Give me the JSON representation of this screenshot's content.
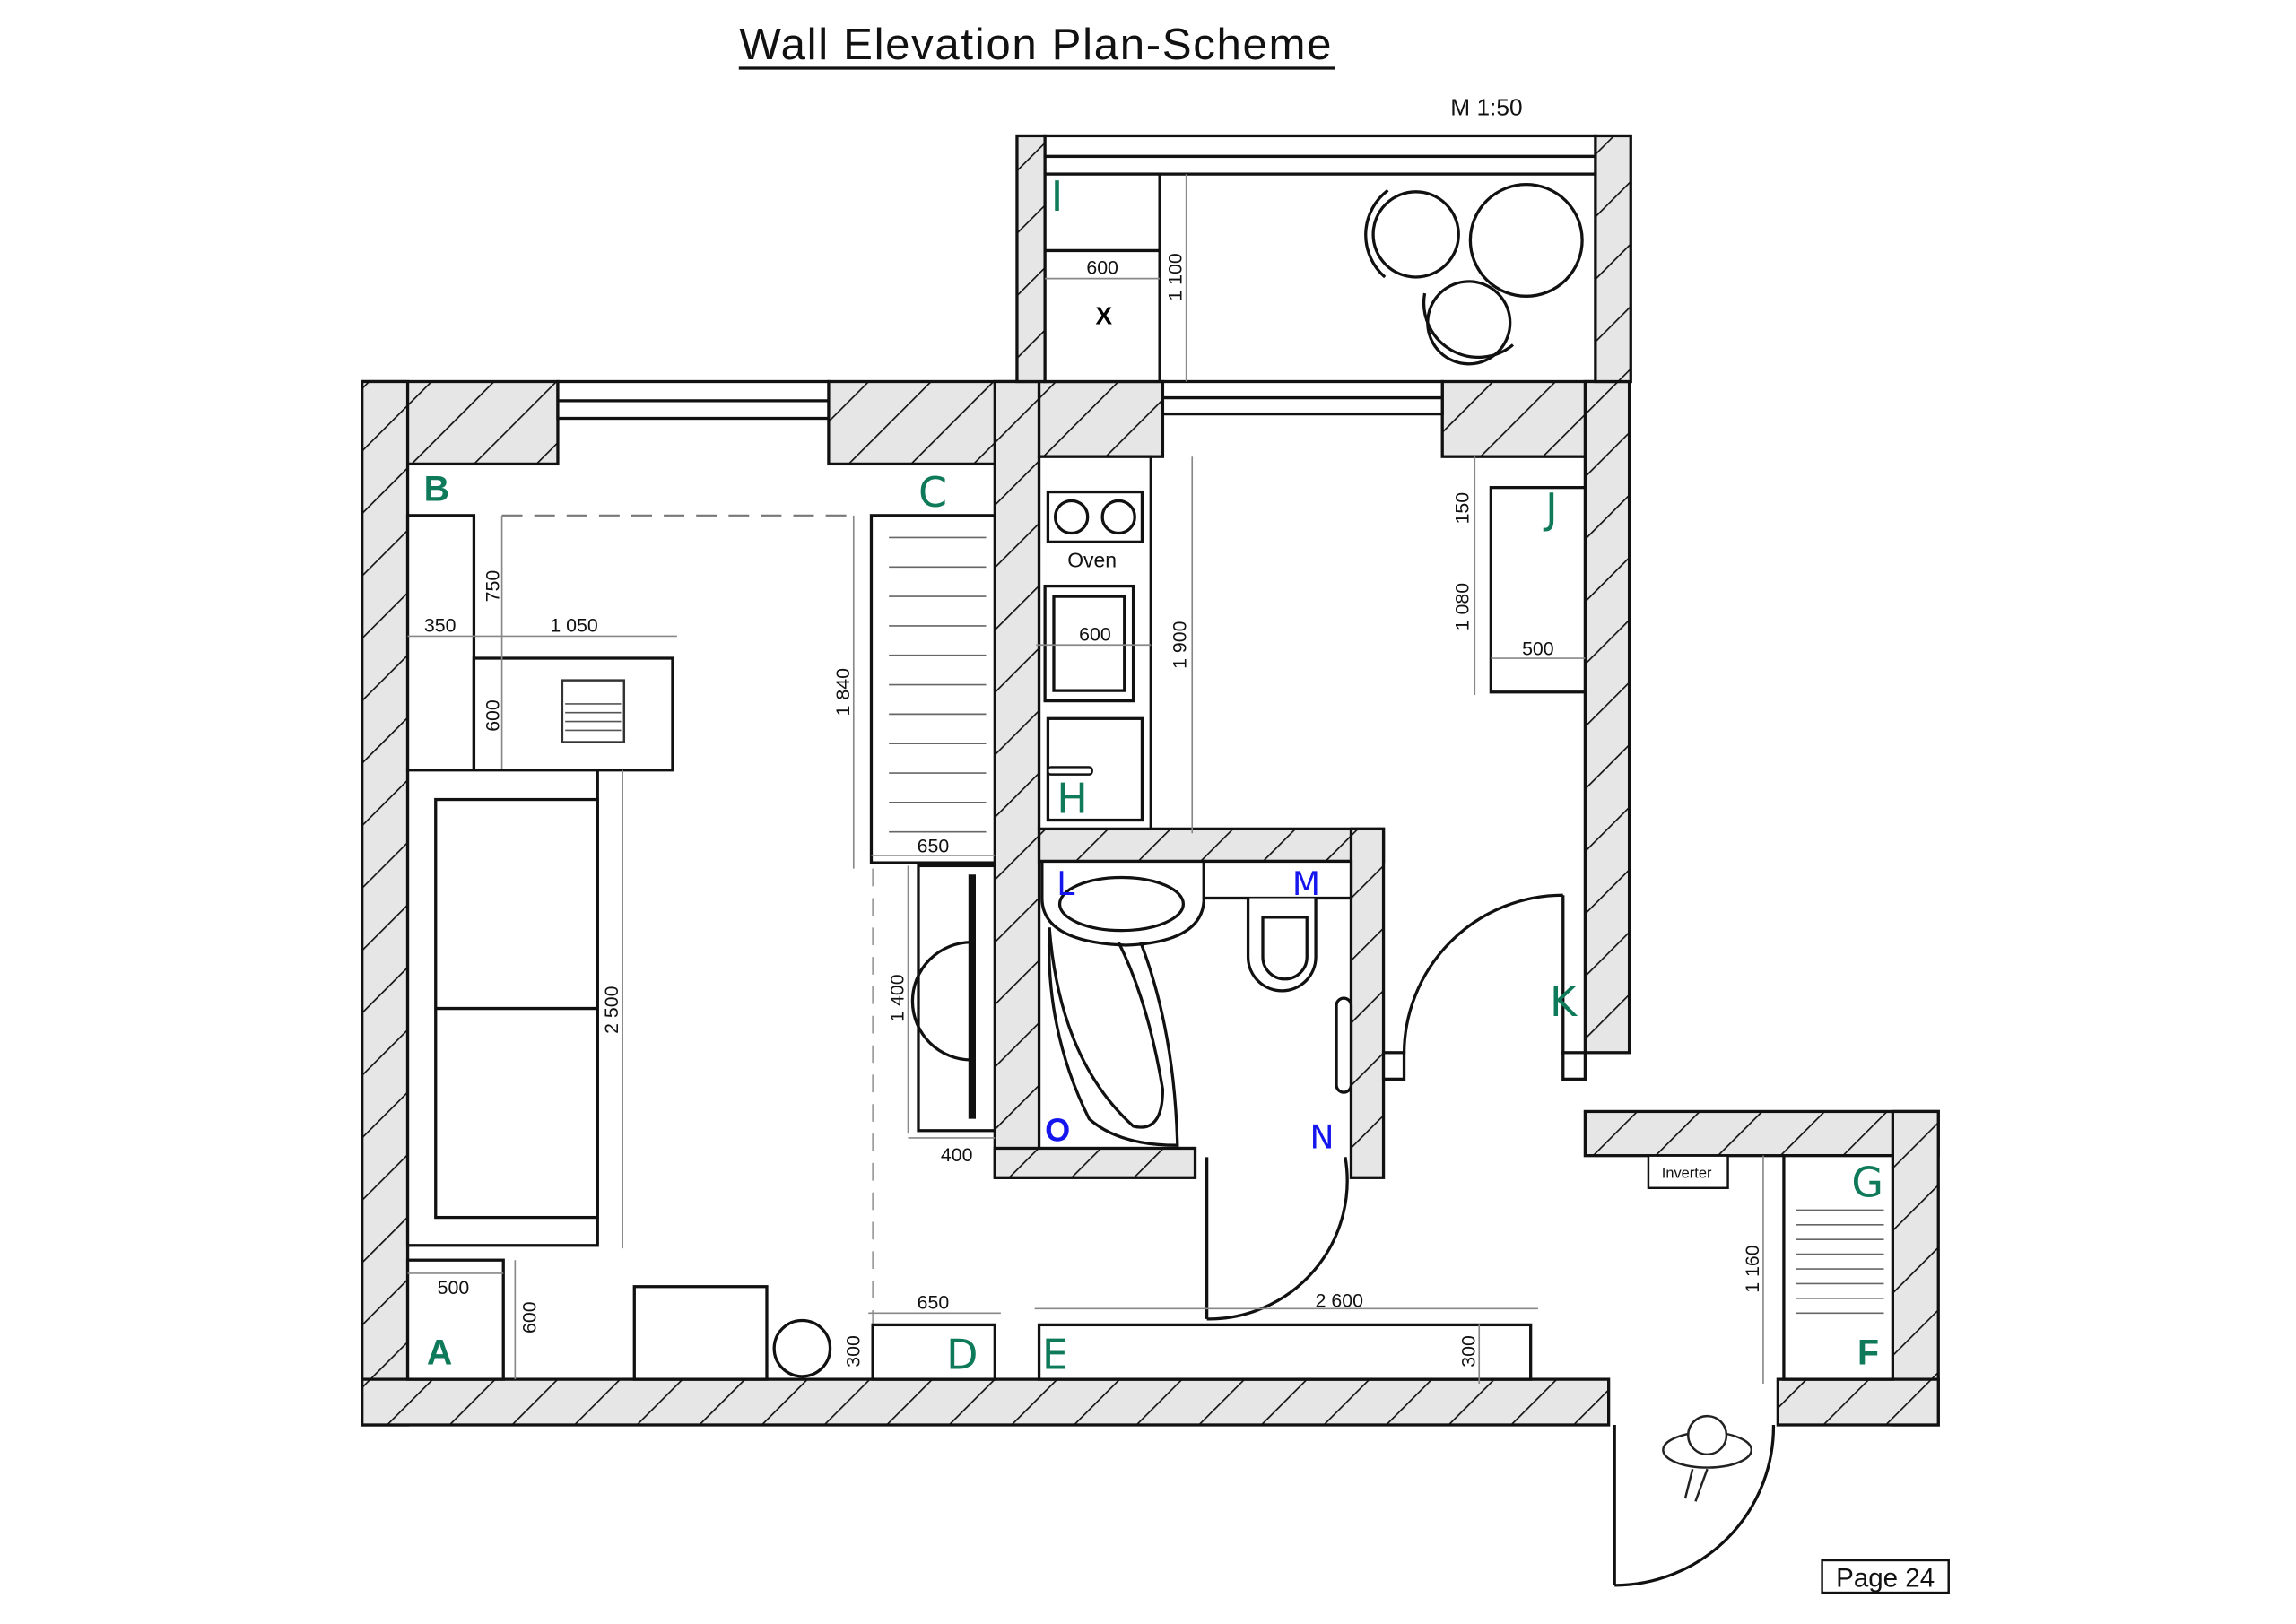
{
  "title": "Wall Elevation Plan-Scheme",
  "scale": "M 1:50",
  "page": "Page 24",
  "labels": {
    "oven": "Oven",
    "inverter": "Inverter",
    "x_mark": "X"
  },
  "rooms": {
    "A": "A",
    "B": "B",
    "C": "C",
    "D": "D",
    "E": "E",
    "F": "F",
    "G": "G",
    "H": "H",
    "I": "I",
    "J": "J",
    "K": "K",
    "L": "L",
    "M": "M",
    "N": "N",
    "O": "O"
  },
  "dimensions": {
    "balcony_600": "600",
    "balcony_1100": "1 100",
    "b_350": "350",
    "b_1050": "1 050",
    "b_750": "750",
    "desk_600": "600",
    "c_1840": "1 840",
    "c_650": "650",
    "tv_1400": "1 400",
    "tv_400": "400",
    "sofa_2500": "2 500",
    "a_500": "500",
    "a_600": "600",
    "d_650": "650",
    "d_300": "300",
    "e_2600": "2 600",
    "e_300": "300",
    "oven_600": "600",
    "kitchen_1900": "1 900",
    "j_150": "150",
    "j_1080": "1 080",
    "j_500": "500",
    "g_1160": "1 160"
  },
  "colors": {
    "green_label": "#0f7a5a",
    "blue_label": "#1515ee",
    "wall_fill": "#e6e6e6"
  }
}
